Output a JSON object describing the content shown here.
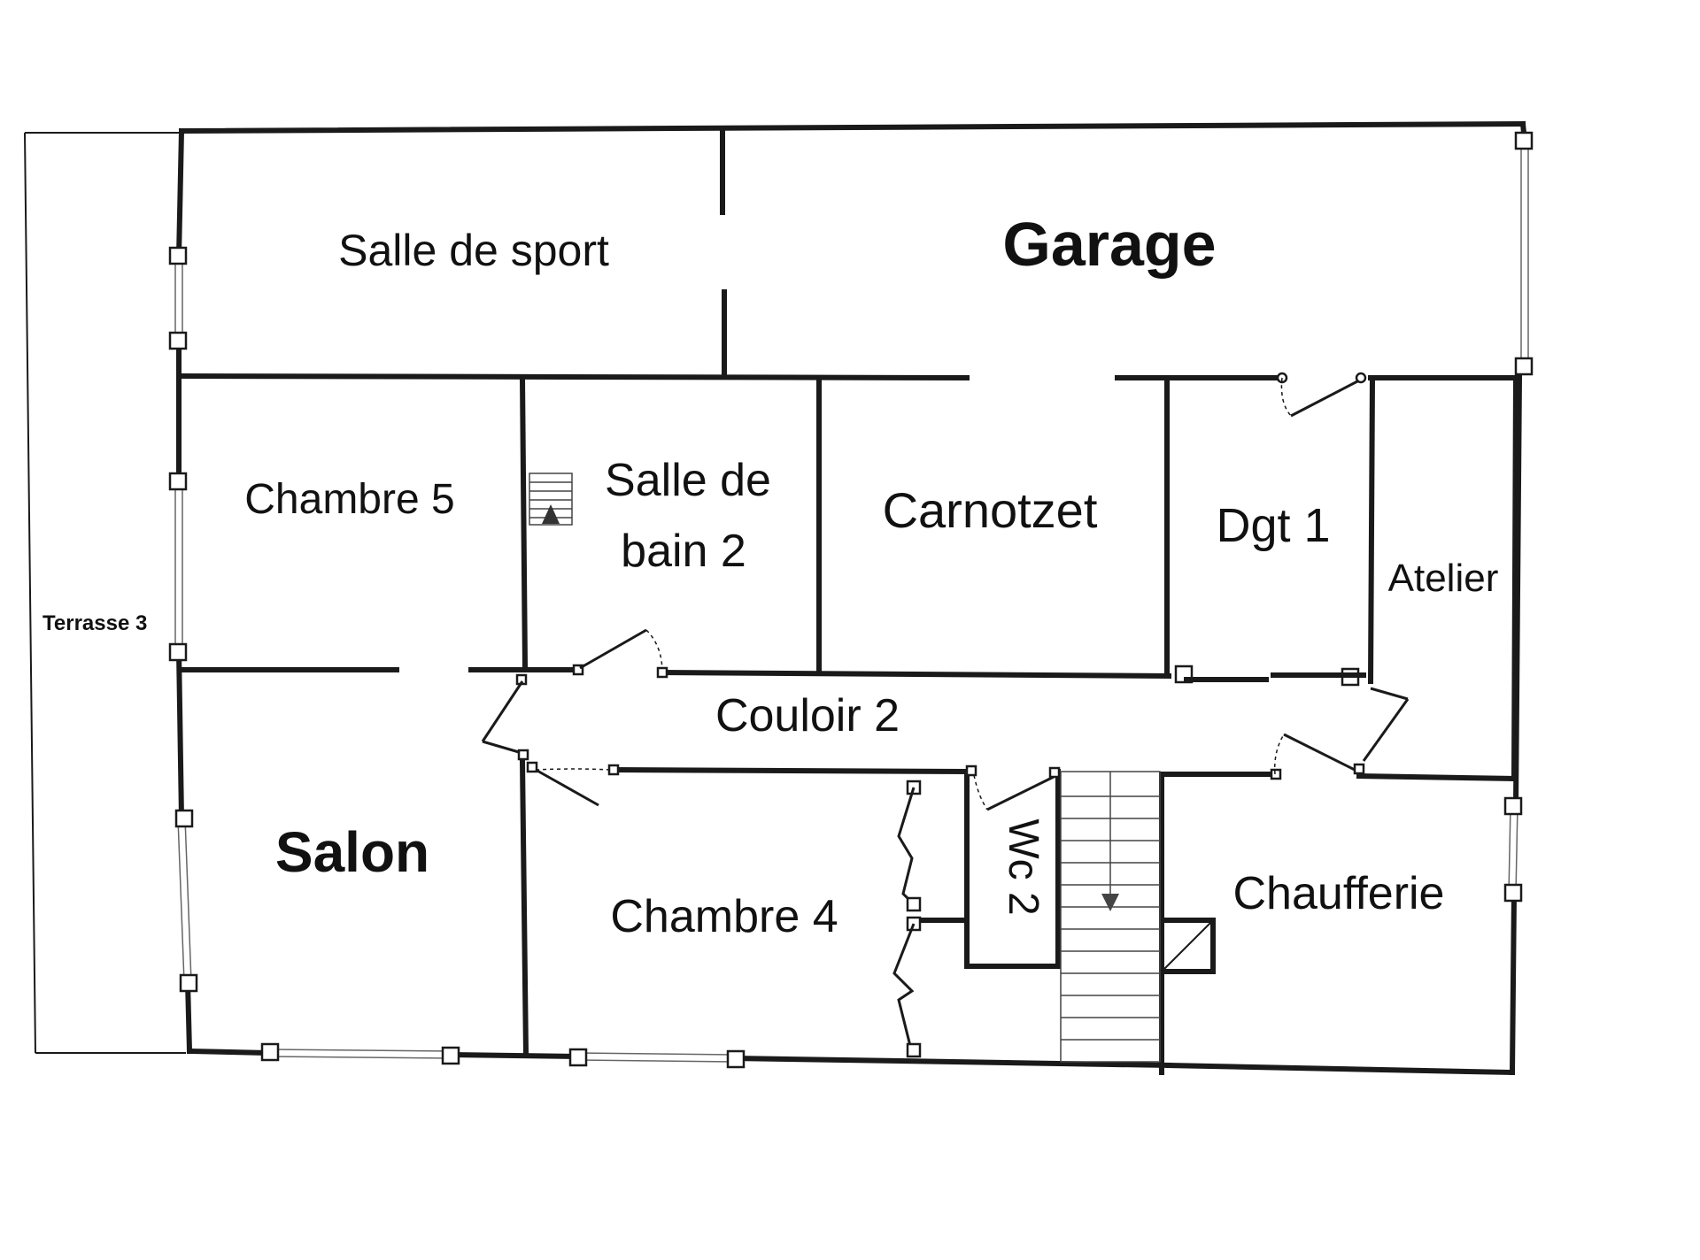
{
  "rooms": {
    "salle_de_sport": "Salle de sport",
    "garage": "Garage",
    "chambre_5": "Chambre 5",
    "salle_de_bain_2_line1": "Salle de",
    "salle_de_bain_2_line2": "bain 2",
    "carnotzet": "Carnotzet",
    "dgt_1": "Dgt 1",
    "atelier": "Atelier",
    "terrasse_3": "Terrasse 3",
    "couloir_2": "Couloir 2",
    "salon": "Salon",
    "chambre_4": "Chambre 4",
    "wc_2": "Wc 2",
    "chaufferie": "Chaufferie"
  }
}
